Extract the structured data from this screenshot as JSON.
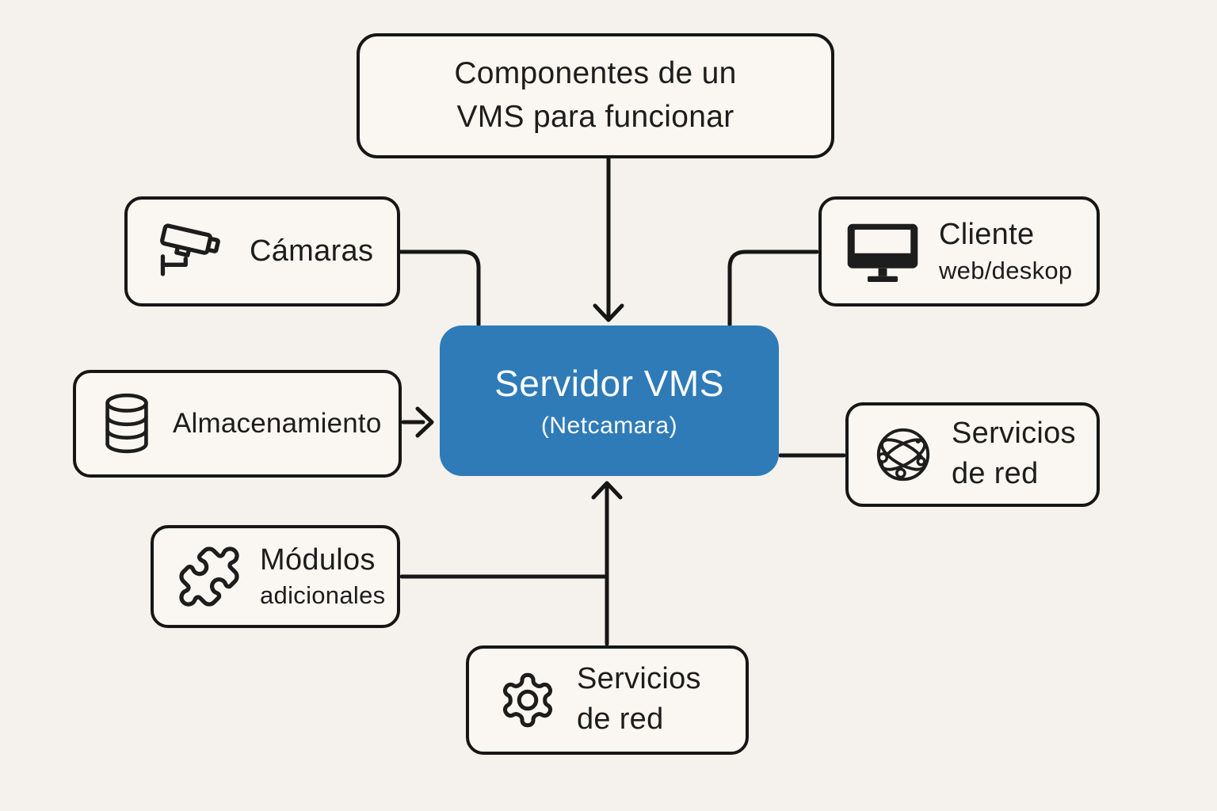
{
  "colors": {
    "background": "#f5f1ec",
    "box_fill": "#faf7f2",
    "line": "#161616",
    "accent_blue": "#2e7bb8",
    "text_on_blue": "#fdfdfd"
  },
  "title_box": {
    "lines": [
      "Componentes de un",
      "VMS para funcionar"
    ]
  },
  "center_box": {
    "title": "Servidor VMS",
    "subtitle": "(Netcamara)"
  },
  "nodes": [
    {
      "id": "camaras",
      "icon": "cctv-camera-icon",
      "label": "Cámaras",
      "sublabel": ""
    },
    {
      "id": "almacenamiento",
      "icon": "database-icon",
      "label": "Almacenamiento",
      "sublabel": ""
    },
    {
      "id": "modulos-adicionales",
      "icon": "puzzle-icon",
      "label": "Módulos",
      "sublabel": "adicionales"
    },
    {
      "id": "servicios-red-abajo",
      "icon": "gear-icon",
      "label": "Servicios",
      "sublabel": "de red"
    },
    {
      "id": "cliente",
      "icon": "monitor-icon",
      "label": "Cliente",
      "sublabel": "web/deskop"
    },
    {
      "id": "servicios-red-der",
      "icon": "network-globe-icon",
      "label": "Servicios",
      "sublabel": "de red"
    }
  ]
}
